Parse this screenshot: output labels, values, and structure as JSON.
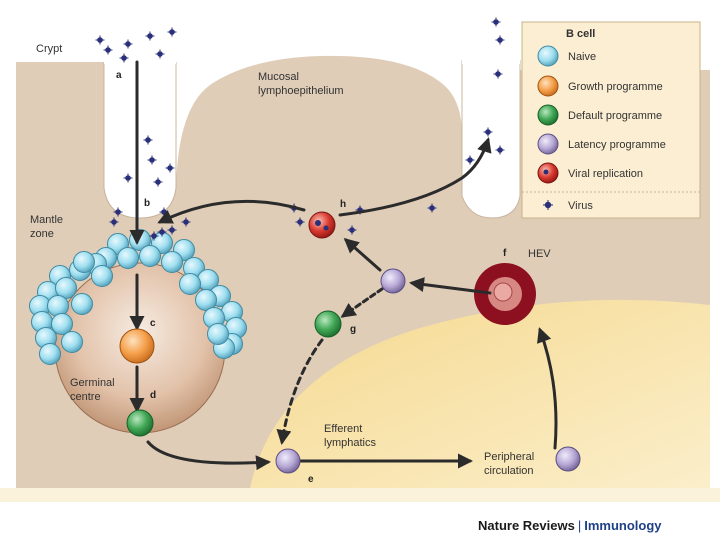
{
  "labels": {
    "crypt": "Crypt",
    "mucosal_line1": "Mucosal",
    "mucosal_line2": "lymphoepithelium",
    "mantle_line1": "Mantle",
    "mantle_line2": "zone",
    "germinal_line1": "Germinal",
    "germinal_line2": "centre",
    "efferent_line1": "Efferent",
    "efferent_line2": "lymphatics",
    "peripheral_line1": "Peripheral",
    "peripheral_line2": "circulation",
    "hev": "HEV"
  },
  "step_letters": {
    "a": "a",
    "b": "b",
    "c": "c",
    "d": "d",
    "e": "e",
    "f": "f",
    "g": "g",
    "h": "h"
  },
  "legend": {
    "title": "B cell",
    "items": [
      {
        "label": "Naive",
        "color": "#9fdff0",
        "icon": "naive-b-cell-icon"
      },
      {
        "label": "Growth programme",
        "color": "#f5a04a",
        "icon": "growth-programme-cell-icon"
      },
      {
        "label": "Default programme",
        "color": "#3fa654",
        "icon": "default-programme-cell-icon"
      },
      {
        "label": "Latency programme",
        "color": "#b8a9d6",
        "icon": "latency-programme-cell-icon"
      },
      {
        "label": "Viral replication",
        "color": "#d93a2f",
        "icon": "viral-replication-cell-icon"
      },
      {
        "label": "Virus",
        "color": "#2a2f7a",
        "icon": "virus-icon"
      }
    ]
  },
  "credit": {
    "publisher": "Nature Reviews",
    "separator": "|",
    "journal": "Immunology"
  },
  "colors": {
    "tissue": "#dfcdb8",
    "circulation": "#f8e3ad",
    "germinal": "#d3a98a",
    "hev_outer": "#8d1020",
    "hev_inner": "#d88882"
  }
}
